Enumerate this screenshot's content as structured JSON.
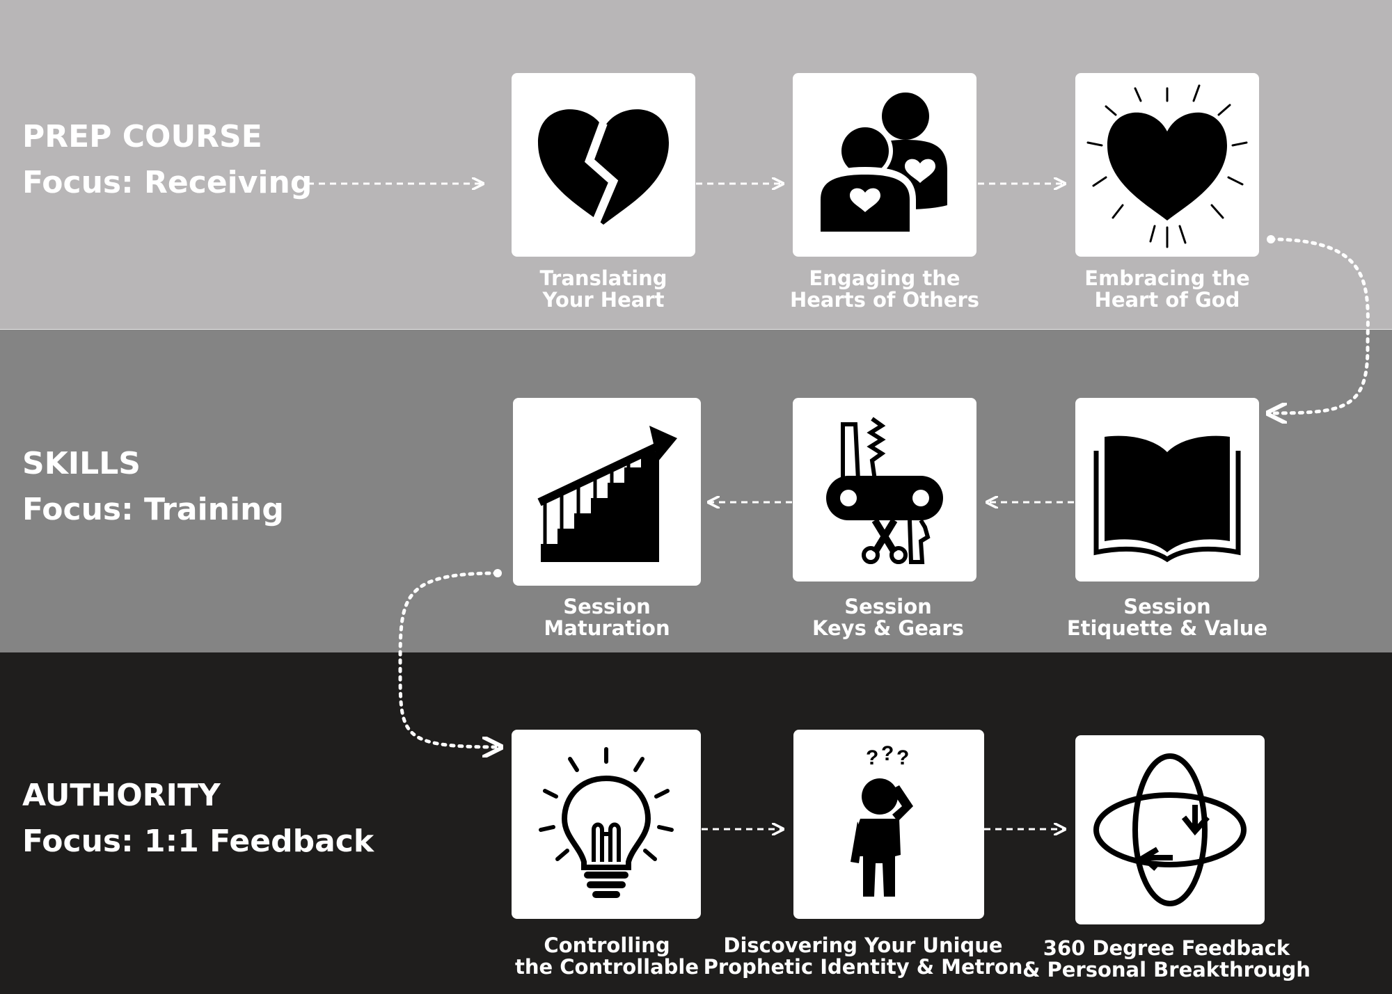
{
  "stages": [
    {
      "title": "PREP COURSE",
      "focus": "Focus: Receiving"
    },
    {
      "title": "SKILLS",
      "focus": "Focus: Training"
    },
    {
      "title": "AUTHORITY",
      "focus": "Focus: 1:1 Feedback"
    }
  ],
  "modules": [
    {
      "line1": "Translating",
      "line2": "Your Heart",
      "icon": "broken-heart-icon"
    },
    {
      "line1": "Engaging the",
      "line2": "Hearts of Others",
      "icon": "people-hearts-icon"
    },
    {
      "line1": "Embracing the",
      "line2": "Heart of God",
      "icon": "radiant-heart-icon"
    },
    {
      "line1": "Session",
      "line2": "Etiquette & Value",
      "icon": "open-book-icon"
    },
    {
      "line1": "Session",
      "line2": "Keys & Gears",
      "icon": "multitool-icon"
    },
    {
      "line1": "Session",
      "line2": "Maturation",
      "icon": "rising-stairs-icon"
    },
    {
      "line1": "Controlling",
      "line2": "the Controllable",
      "icon": "lightbulb-icon"
    },
    {
      "line1": "Discovering Your Unique",
      "line2": "Prophetic Identity & Metron",
      "icon": "confused-person-icon"
    },
    {
      "line1": "360 Degree Feedback",
      "line2": "& Personal Breakthrough",
      "icon": "rotation-orbit-icon"
    }
  ],
  "colors": {
    "prep_band": "#b8b6b7",
    "skills_band": "#848484",
    "authority_band": "#1f1e1d",
    "text": "#ffffff",
    "icon": "#000000"
  }
}
